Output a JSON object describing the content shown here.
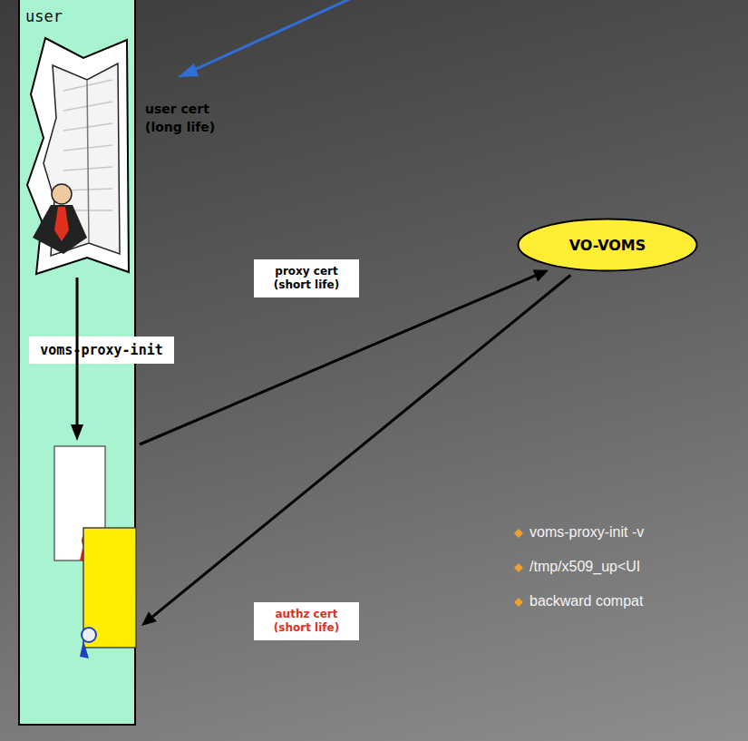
{
  "diagram": {
    "nodes": [
      {
        "text": [
          "user"
        ]
      },
      {
        "text": [
          "voms-proxy-init"
        ],
        "in": 0
      },
      {
        "text": [
          "VO-VOMS"
        ]
      }
    ],
    "edges": [
      {
        "from": 0,
        "to": 2,
        "arrow": "to",
        "label": "proxy cert (short life)"
      },
      {
        "from": 2,
        "to": 0,
        "arrow": "to",
        "label": "authz cert (short life)"
      }
    ],
    "labels": [
      "user cert (long life)",
      "voms-proxy-init -v",
      "/tmp/x509_up<UI",
      "backward compat"
    ]
  }
}
